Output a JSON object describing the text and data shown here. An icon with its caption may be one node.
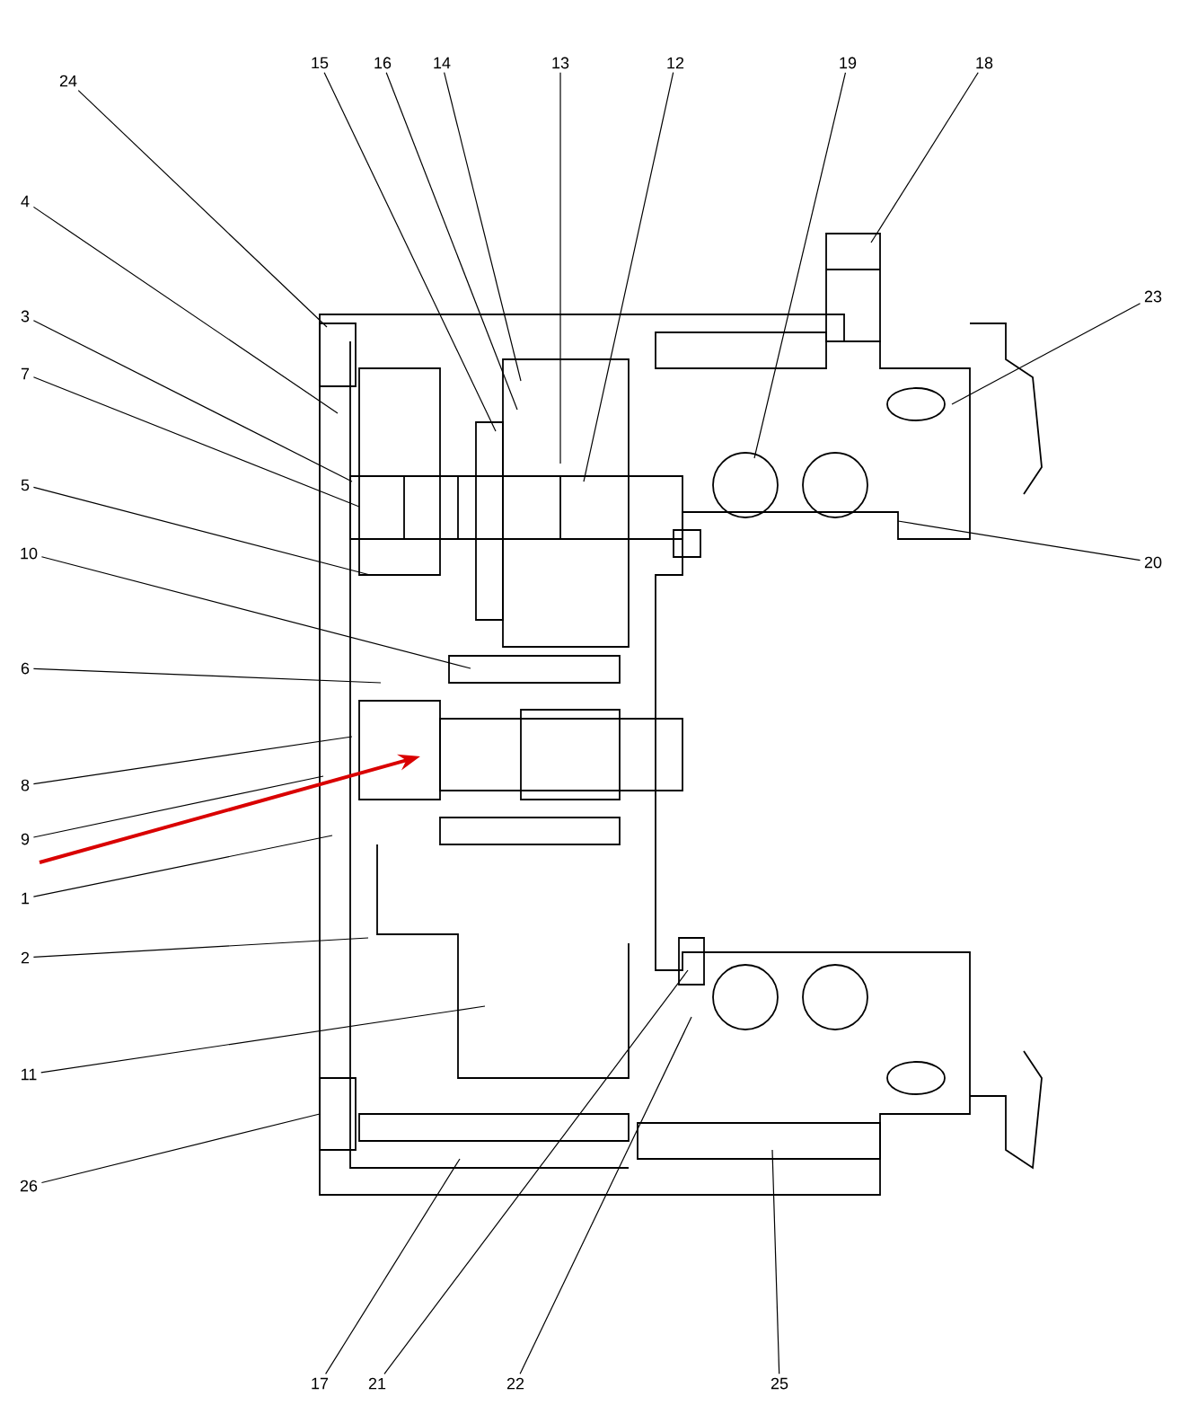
{
  "diagram": {
    "nodes": [
      {
        "text": [
          "24"
        ]
      },
      {
        "text": [
          "15"
        ]
      },
      {
        "text": [
          "16"
        ]
      },
      {
        "text": [
          "14"
        ]
      },
      {
        "text": [
          "13"
        ]
      },
      {
        "text": [
          "12"
        ]
      },
      {
        "text": [
          "19"
        ]
      },
      {
        "text": [
          "18"
        ]
      },
      {
        "text": [
          "4"
        ]
      },
      {
        "text": [
          "23"
        ]
      },
      {
        "text": [
          "3"
        ]
      },
      {
        "text": [
          "7"
        ]
      },
      {
        "text": [
          "5"
        ]
      },
      {
        "text": [
          "10"
        ]
      },
      {
        "text": [
          "20"
        ]
      },
      {
        "text": [
          "6"
        ]
      },
      {
        "text": [
          "8"
        ]
      },
      {
        "text": [
          "9"
        ]
      },
      {
        "text": [
          "1"
        ]
      },
      {
        "text": [
          "2"
        ]
      },
      {
        "text": [
          "11"
        ]
      },
      {
        "text": [
          "26"
        ]
      },
      {
        "text": [
          "17"
        ]
      },
      {
        "text": [
          "21"
        ]
      },
      {
        "text": [
          "22"
        ]
      },
      {
        "text": [
          "25"
        ]
      }
    ],
    "edges": [
      {
        "from": 0,
        "to": null,
        "arrow": "none"
      },
      {
        "from": 1,
        "to": null,
        "arrow": "none"
      },
      {
        "from": 2,
        "to": null,
        "arrow": "none"
      },
      {
        "from": 3,
        "to": null,
        "arrow": "none"
      },
      {
        "from": 4,
        "to": null,
        "arrow": "none"
      },
      {
        "from": 5,
        "to": null,
        "arrow": "none"
      },
      {
        "from": 6,
        "to": null,
        "arrow": "none"
      },
      {
        "from": 7,
        "to": null,
        "arrow": "none"
      },
      {
        "from": 8,
        "to": null,
        "arrow": "none"
      },
      {
        "from": 9,
        "to": null,
        "arrow": "none"
      },
      {
        "from": 10,
        "to": null,
        "arrow": "none"
      },
      {
        "from": 11,
        "to": null,
        "arrow": "none"
      },
      {
        "from": 12,
        "to": null,
        "arrow": "none"
      },
      {
        "from": 13,
        "to": null,
        "arrow": "none"
      },
      {
        "from": 14,
        "to": null,
        "arrow": "none"
      },
      {
        "from": 15,
        "to": null,
        "arrow": "none"
      },
      {
        "from": 16,
        "to": null,
        "arrow": "none"
      },
      {
        "from": 17,
        "to": null,
        "arrow": "none"
      },
      {
        "from": 18,
        "to": null,
        "arrow": "none"
      },
      {
        "from": 19,
        "to": null,
        "arrow": "none"
      },
      {
        "from": 20,
        "to": null,
        "arrow": "none"
      },
      {
        "from": 21,
        "to": null,
        "arrow": "none"
      },
      {
        "from": 22,
        "to": null,
        "arrow": "none"
      },
      {
        "from": 23,
        "to": null,
        "arrow": "none"
      },
      {
        "from": 24,
        "to": null,
        "arrow": "none"
      },
      {
        "from": 25,
        "to": null,
        "arrow": "none"
      }
    ]
  }
}
